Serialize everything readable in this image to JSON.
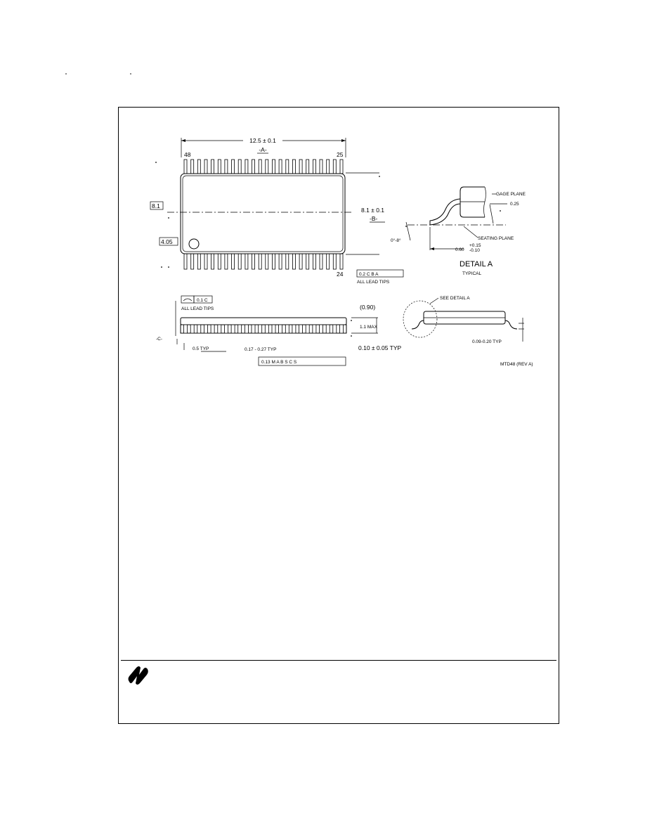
{
  "package_top": {
    "overall_length": "12.5 ± 0.1",
    "datum_a": "-A-",
    "pin_first_top": "48",
    "pin_last_top": "25",
    "pin_last_bottom": "24",
    "row_width": "8.1",
    "body_width": "4.05",
    "span_width": "8.1 ± 0.1",
    "datum_b": "-B-",
    "lead_tolerance": "0.2  C  B  A",
    "all_lead_tips": "ALL LEAD TIPS",
    "pin_count_top": 24,
    "pin_count_bottom": 24
  },
  "detail_a": {
    "gage_plane": "GAGE PLANE",
    "gage_value": "0.25",
    "seating_plane": "SEATING PLANE",
    "angle": "0°-8°",
    "foot_length": "0.60",
    "foot_tol_plus": "+0.15",
    "foot_tol_minus": "-0.10",
    "title": "DETAIL A",
    "subtitle": "TYPICAL"
  },
  "side_view": {
    "coplanarity": "0.1  C",
    "all_lead_tips": "ALL LEAD TIPS",
    "datum_c": "-C-",
    "pitch": "0.5 TYP",
    "lead_width": "0.17 - 0.27 TYP",
    "position_tol": "0.13  M  A  B  S  C  S",
    "ref_height": "(0.90)",
    "max_height": "1.1 MAX",
    "standoff": "0.10 ± 0.05 TYP",
    "see_detail": "SEE DETAIL A",
    "lead_thickness": "0.09-0.20 TYP",
    "drawing_id": "MTD48 (REV A)"
  }
}
